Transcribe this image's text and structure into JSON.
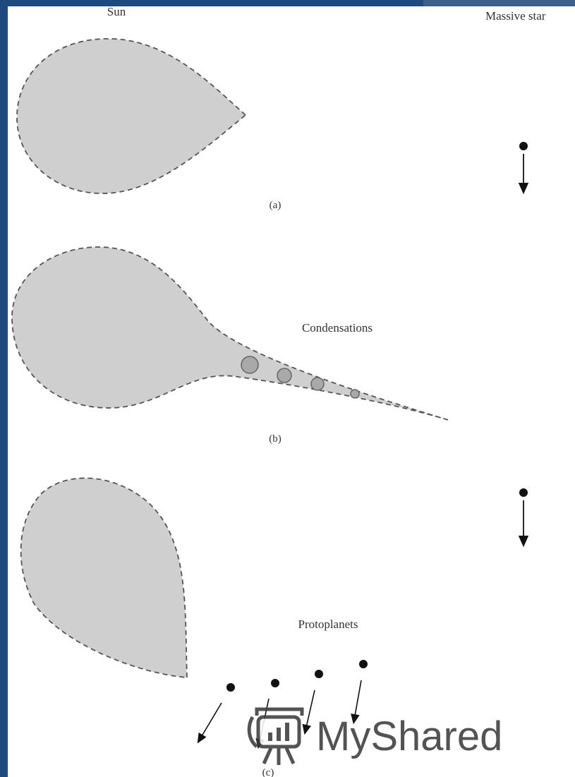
{
  "labels": {
    "sun": "Sun",
    "massive_star": "Massive star",
    "panel_a": "(a)",
    "panel_b": "(b)",
    "panel_c": "(c)",
    "condensations": "Condensations",
    "protoplanets": "Protoplanets"
  },
  "watermark": {
    "text": "MyShared",
    "icon": "presentation-board-icon"
  },
  "colors": {
    "cloud_fill": "#cfcfcf",
    "outline": "#555555",
    "condensation_fill": "#a9a9a9",
    "dot": "#111111",
    "background_frame": "#1f4a7e"
  }
}
